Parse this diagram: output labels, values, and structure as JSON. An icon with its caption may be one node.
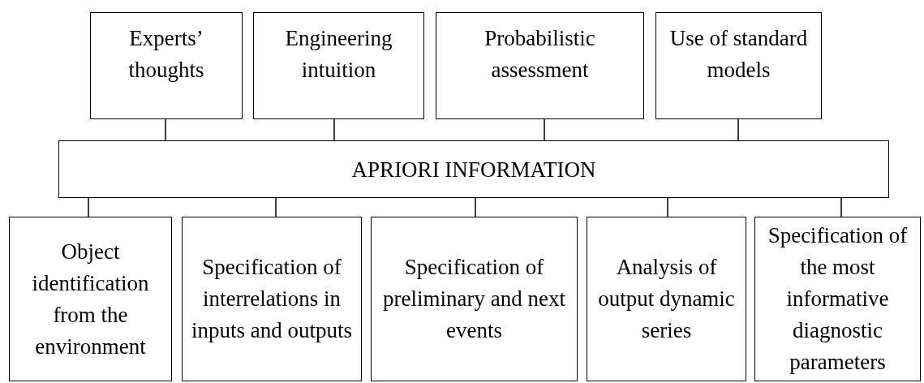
{
  "diagram": {
    "nodes": [
      {
        "text": [
          "Experts’ thoughts"
        ]
      },
      {
        "text": [
          "Engineering intuition"
        ]
      },
      {
        "text": [
          "Probabilistic assessment"
        ]
      },
      {
        "text": [
          "Use of standard models"
        ]
      },
      {
        "text": [
          "APRIORI INFORMATION"
        ]
      },
      {
        "text": [
          "Object identification from the environment"
        ]
      },
      {
        "text": [
          "Specification of interrelations in inputs and outputs"
        ]
      },
      {
        "text": [
          "Specification of preliminary and next events"
        ]
      },
      {
        "text": [
          "Analysis of output dynamic series"
        ]
      },
      {
        "text": [
          "Specification of the most informative diagnostic parameters"
        ]
      }
    ],
    "edges": [
      {
        "from": 0,
        "to": 4,
        "arrow": "none"
      },
      {
        "from": 1,
        "to": 4,
        "arrow": "none"
      },
      {
        "from": 2,
        "to": 4,
        "arrow": "none"
      },
      {
        "from": 3,
        "to": 4,
        "arrow": "none"
      },
      {
        "from": 4,
        "to": 5,
        "arrow": "none"
      },
      {
        "from": 4,
        "to": 6,
        "arrow": "none"
      },
      {
        "from": 4,
        "to": 7,
        "arrow": "none"
      },
      {
        "from": 4,
        "to": 8,
        "arrow": "none"
      },
      {
        "from": 4,
        "to": 9,
        "arrow": "none"
      }
    ]
  }
}
